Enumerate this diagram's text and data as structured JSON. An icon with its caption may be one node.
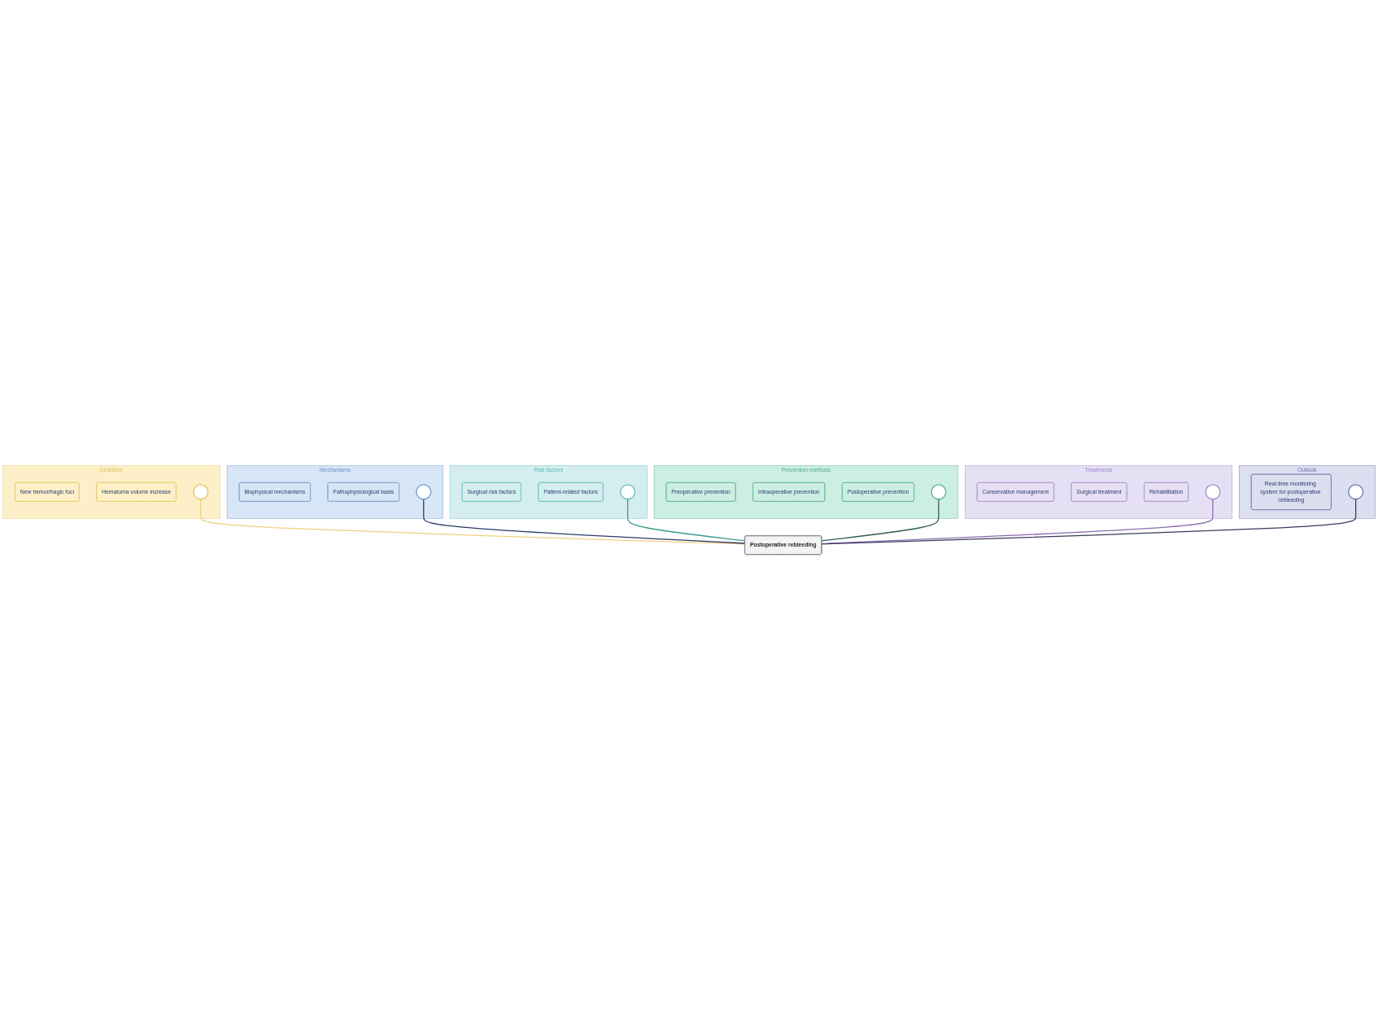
{
  "diagram": {
    "nodes": [
      {
        "text": [
          "Definition"
        ]
      },
      {
        "text": [
          "New hemorrhagic foci"
        ],
        "in": 0
      },
      {
        "text": [
          "Hematoma volume increase"
        ],
        "in": 0
      },
      {
        "text": [],
        "shape": "circle",
        "in": 0
      },
      {
        "text": [
          "Mechanisms"
        ]
      },
      {
        "text": [
          "Biophysical mechanisms"
        ],
        "in": 4
      },
      {
        "text": [
          "Pathophysiological basis"
        ],
        "in": 4
      },
      {
        "text": [],
        "shape": "circle",
        "in": 4
      },
      {
        "text": [
          "Risk factors"
        ]
      },
      {
        "text": [
          "Surgical risk factors"
        ],
        "in": 8
      },
      {
        "text": [
          "Patient-related factors"
        ],
        "in": 8
      },
      {
        "text": [],
        "shape": "circle",
        "in": 8
      },
      {
        "text": [
          "Prevention methods"
        ]
      },
      {
        "text": [
          "Preoperative prevention"
        ],
        "in": 12
      },
      {
        "text": [
          "Intraoperative prevention"
        ],
        "in": 12
      },
      {
        "text": [
          "Postoperative prevention"
        ],
        "in": 12
      },
      {
        "text": [],
        "shape": "circle",
        "in": 12
      },
      {
        "text": [
          "Treatments"
        ]
      },
      {
        "text": [
          "Conservative management"
        ],
        "in": 17
      },
      {
        "text": [
          "Surgical treatment"
        ],
        "in": 17
      },
      {
        "text": [
          "Rehabilitation"
        ],
        "in": 17
      },
      {
        "text": [],
        "shape": "circle",
        "in": 17
      },
      {
        "text": [
          "Outlook"
        ]
      },
      {
        "text": [
          "Real-time monitoring system for postoperative rebleeding"
        ],
        "in": 22
      },
      {
        "text": [],
        "shape": "circle",
        "in": 22
      },
      {
        "text": [
          "Postoperative rebleeding"
        ]
      }
    ],
    "edges": [
      {
        "from": 3,
        "to": 25,
        "arrow": "none",
        "color": "#f0d080"
      },
      {
        "from": 7,
        "to": 25,
        "arrow": "none",
        "color": "#2b3a6b"
      },
      {
        "from": 11,
        "to": 25,
        "arrow": "none",
        "color": "#3a9a90"
      },
      {
        "from": 16,
        "to": 25,
        "arrow": "none",
        "color": "#2e5e50"
      },
      {
        "from": 21,
        "to": 25,
        "arrow": "none",
        "color": "#8a6ab0"
      },
      {
        "from": 24,
        "to": 25,
        "arrow": "none",
        "color": "#3a3a5a"
      }
    ]
  }
}
